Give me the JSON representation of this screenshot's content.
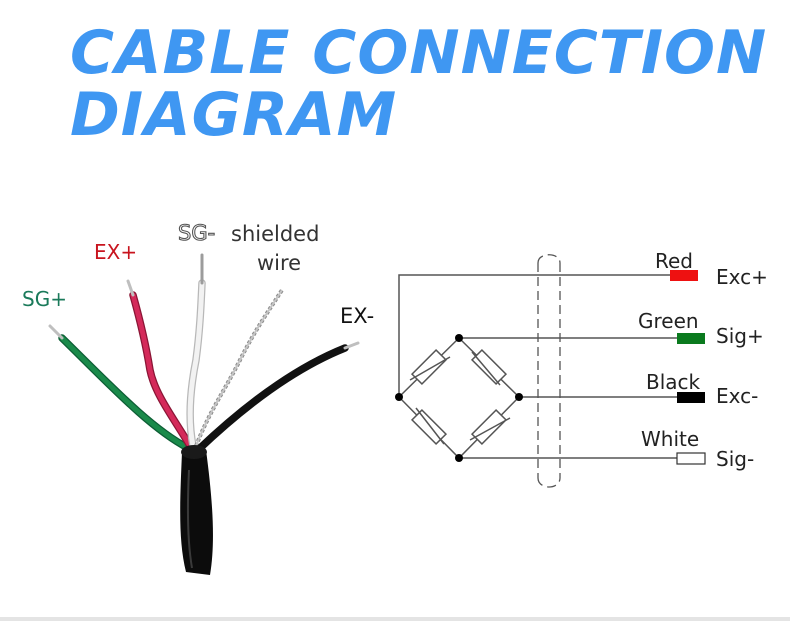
{
  "title": {
    "line1": "CABLE CONNECTION",
    "line2": "DIAGRAM"
  },
  "cable_labels": {
    "sg_plus": "SG+",
    "ex_plus": "EX+",
    "sg_minus": "SG-",
    "shielded_line1": "shielded",
    "shielded_line2": "wire",
    "ex_minus": "EX-"
  },
  "schematic": {
    "wires": [
      {
        "color_name": "Red",
        "signal": "Exc+",
        "swatch": "#ee1111"
      },
      {
        "color_name": "Green",
        "signal": "Sig+",
        "swatch": "#0a7a1e"
      },
      {
        "color_name": "Black",
        "signal": "Exc-",
        "swatch": "#000000"
      },
      {
        "color_name": "White",
        "signal": "Sig-",
        "swatch": "#ffffff"
      }
    ]
  },
  "colors": {
    "title": "#3f97f2",
    "sg_plus": "#1a7a5a",
    "ex_plus": "#c8141e",
    "ex_minus": "#111111",
    "wire_green": "#1a8a4a",
    "wire_red": "#d42a5a",
    "wire_white": "#ebebeb",
    "wire_shield": "#9a9a9a",
    "wire_black": "#111111"
  }
}
